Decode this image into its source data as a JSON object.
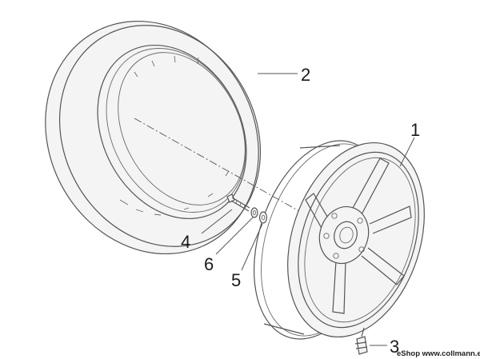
{
  "diagram": {
    "parts": [
      {
        "id": "1",
        "label": "1"
      },
      {
        "id": "2",
        "label": "2"
      },
      {
        "id": "3",
        "label": "3"
      },
      {
        "id": "4",
        "label": "4"
      },
      {
        "id": "5",
        "label": "5"
      },
      {
        "id": "6",
        "label": "6"
      }
    ],
    "credit": "eShop www.collmann.eu"
  },
  "colors": {
    "line": "#555555",
    "text": "#1a1a1a",
    "background": "#ffffff"
  }
}
